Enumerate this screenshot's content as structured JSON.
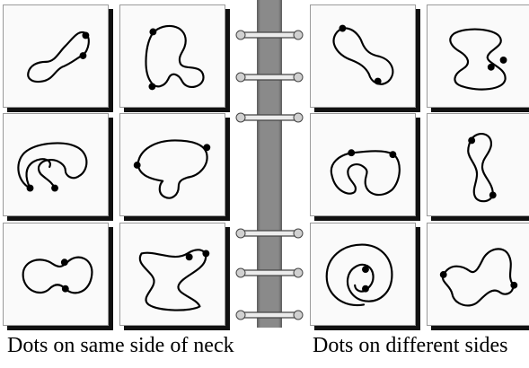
{
  "captions": {
    "left": "Dots on same side of neck",
    "right": "Dots on different sides"
  },
  "panels": [
    {
      "id": "left",
      "group": "same-side",
      "tiles": 6
    },
    {
      "id": "right",
      "group": "different-sides",
      "tiles": 6
    }
  ],
  "binding": {
    "rings": 6
  }
}
